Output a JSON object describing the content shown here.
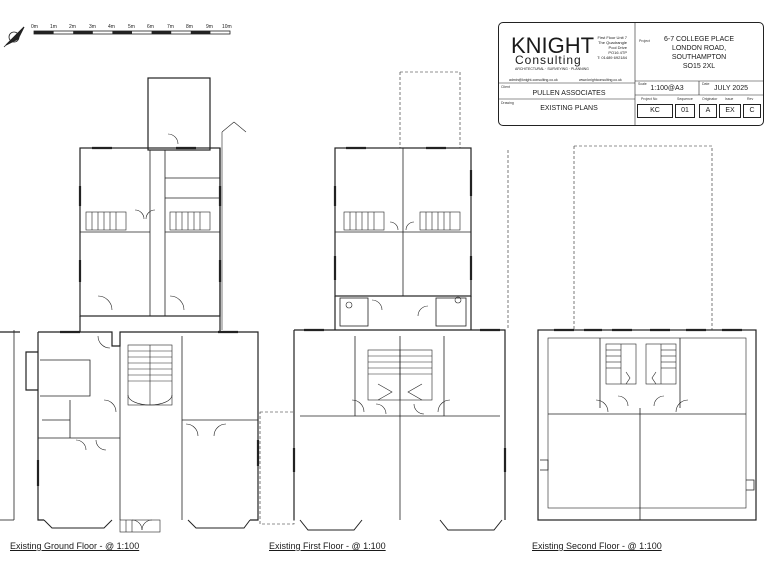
{
  "scale_bar": {
    "labels": [
      "0m",
      "1m",
      "2m",
      "3m",
      "4m",
      "5m",
      "6m",
      "7m",
      "8m",
      "9m",
      "10m"
    ]
  },
  "captions": {
    "ground": "Existing Ground Floor - @ 1:100",
    "first": "Existing First Floor - @ 1:100",
    "second": "Existing Second Floor - @ 1:100"
  },
  "title_block": {
    "logo_main": "KNIGHT",
    "logo_sub": "Consulting",
    "logo_tagline": "ARCHITECTURAL · SURVEYING · PLANNING",
    "address_lines": [
      "First Floor Unit 7",
      "The Quadrangle",
      "Pool Drive",
      "PO16 4TP",
      "T: 01489 692184"
    ],
    "email": "admin@knight-consulting.co.uk",
    "website": "www.knightconsulting.co.uk",
    "project_label": "Project",
    "project_lines": [
      "6-7 COLLEGE PLACE",
      "LONDON ROAD,",
      "SOUTHAMPTON",
      "SO15 2XL"
    ],
    "client_label": "Client",
    "client": "PULLEN ASSOCIATES",
    "drawing_label": "Drawing",
    "drawing": "EXISTING PLANS",
    "scale_label": "Scale",
    "scale": "1:100@A3",
    "date_label": "Date",
    "date": "JULY 2025",
    "code_labels": [
      "Project No",
      "Sequence",
      "Originator",
      "Issue",
      "Rev"
    ],
    "codes": [
      "KC",
      "01",
      "A",
      "EX",
      "C"
    ]
  }
}
